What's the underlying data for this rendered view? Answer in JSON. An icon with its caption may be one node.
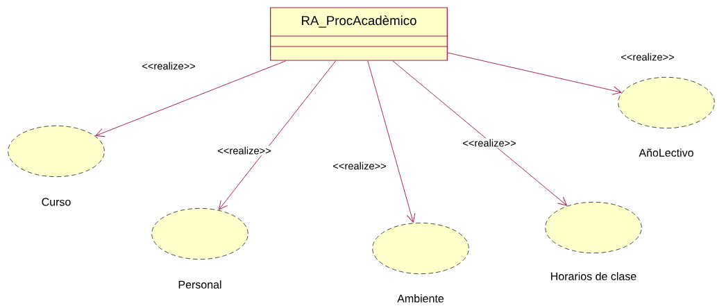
{
  "diagram": {
    "nodes": [
      {
        "text": [
          "RA_ProcAcadèmico"
        ]
      },
      {
        "text": [
          "Curso"
        ]
      },
      {
        "text": [
          "Personal"
        ]
      },
      {
        "text": [
          "Ambiente"
        ]
      },
      {
        "text": [
          "Horarios de clase"
        ]
      },
      {
        "text": [
          "AñoLectivo"
        ]
      }
    ],
    "edges": [
      {
        "from": 0,
        "to": 1,
        "arrow": "to",
        "label": "<<realize>>"
      },
      {
        "from": 0,
        "to": 2,
        "arrow": "to",
        "label": "<<realize>>"
      },
      {
        "from": 0,
        "to": 3,
        "arrow": "to",
        "label": "<<realize>>"
      },
      {
        "from": 0,
        "to": 4,
        "arrow": "to",
        "label": "<<realize>>"
      },
      {
        "from": 0,
        "to": 5,
        "arrow": "to",
        "label": "<<realize>>"
      }
    ]
  }
}
